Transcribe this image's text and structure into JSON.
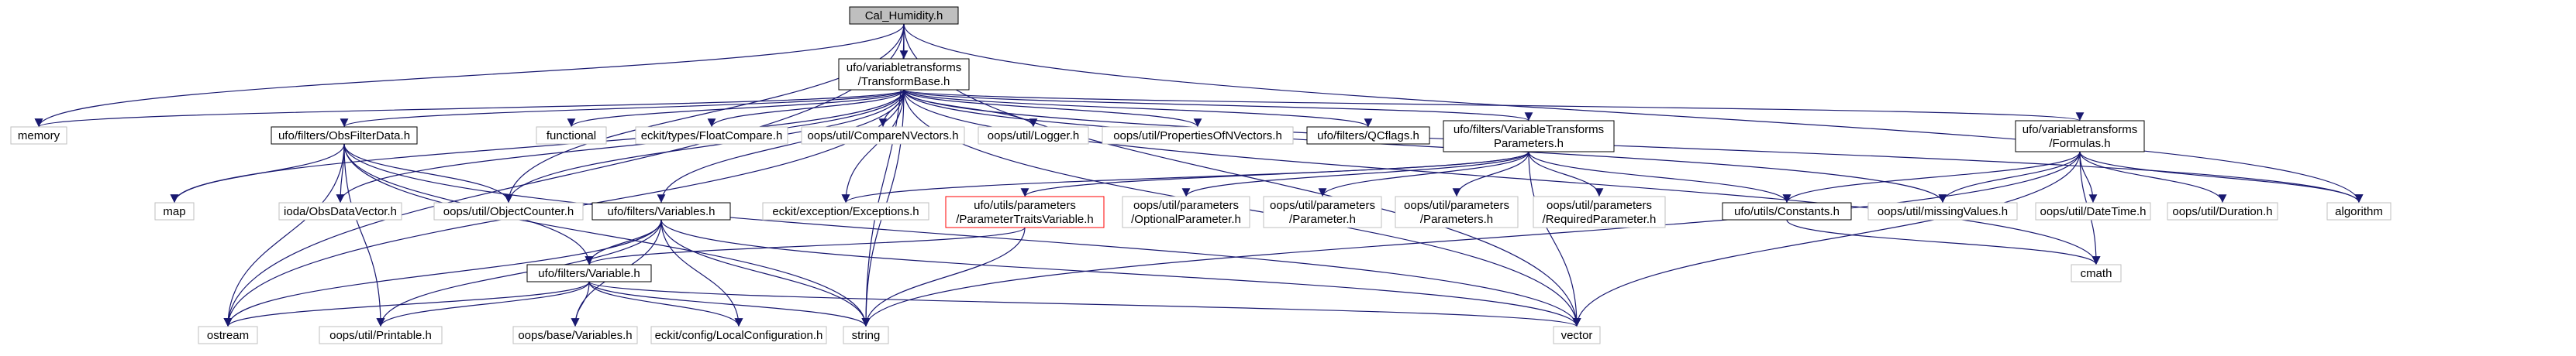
{
  "graph": {
    "title": "Cal_Humidity.h",
    "colors": {
      "edge": "#191970",
      "focus_fill": "#bfbfbf",
      "box_fill": "#ffffff",
      "black": "#000000",
      "grey": "#bfbfbf",
      "red": "#ff0000",
      "text": "#000000"
    },
    "nodes": [
      {
        "id": "cal_humidity",
        "lines": [
          "Cal_Humidity.h"
        ],
        "style": "focus"
      },
      {
        "id": "transform_base",
        "lines": [
          "ufo/variabletransforms",
          "/TransformBase.h"
        ],
        "style": "black"
      },
      {
        "id": "memory",
        "lines": [
          "memory"
        ],
        "style": "grey"
      },
      {
        "id": "obs_filter_data",
        "lines": [
          "ufo/filters/ObsFilterData.h"
        ],
        "style": "black"
      },
      {
        "id": "functional",
        "lines": [
          "functional"
        ],
        "style": "grey"
      },
      {
        "id": "float_compare",
        "lines": [
          "eckit/types/FloatCompare.h"
        ],
        "style": "grey"
      },
      {
        "id": "compare_nvectors",
        "lines": [
          "oops/util/CompareNVectors.h"
        ],
        "style": "grey"
      },
      {
        "id": "logger",
        "lines": [
          "oops/util/Logger.h"
        ],
        "style": "grey"
      },
      {
        "id": "properties_of_nvectors",
        "lines": [
          "oops/util/PropertiesOfNVectors.h"
        ],
        "style": "grey"
      },
      {
        "id": "qcflags",
        "lines": [
          "ufo/filters/QCflags.h"
        ],
        "style": "black"
      },
      {
        "id": "vt_parameters",
        "lines": [
          "ufo/filters/VariableTransforms",
          "Parameters.h"
        ],
        "style": "black"
      },
      {
        "id": "formulas",
        "lines": [
          "ufo/variabletransforms",
          "/Formulas.h"
        ],
        "style": "black"
      },
      {
        "id": "map",
        "lines": [
          "map"
        ],
        "style": "grey"
      },
      {
        "id": "obs_data_vector",
        "lines": [
          "ioda/ObsDataVector.h"
        ],
        "style": "grey"
      },
      {
        "id": "object_counter",
        "lines": [
          "oops/util/ObjectCounter.h"
        ],
        "style": "grey"
      },
      {
        "id": "variables",
        "lines": [
          "ufo/filters/Variables.h"
        ],
        "style": "black"
      },
      {
        "id": "exceptions",
        "lines": [
          "eckit/exception/Exceptions.h"
        ],
        "style": "grey"
      },
      {
        "id": "param_traits_variable",
        "lines": [
          "ufo/utils/parameters",
          "/ParameterTraitsVariable.h"
        ],
        "style": "red"
      },
      {
        "id": "optional_parameter",
        "lines": [
          "oops/util/parameters",
          "/OptionalParameter.h"
        ],
        "style": "grey"
      },
      {
        "id": "parameter",
        "lines": [
          "oops/util/parameters",
          "/Parameter.h"
        ],
        "style": "grey"
      },
      {
        "id": "parameters",
        "lines": [
          "oops/util/parameters",
          "/Parameters.h"
        ],
        "style": "grey"
      },
      {
        "id": "required_parameter",
        "lines": [
          "oops/util/parameters",
          "/RequiredParameter.h"
        ],
        "style": "grey"
      },
      {
        "id": "constants",
        "lines": [
          "ufo/utils/Constants.h"
        ],
        "style": "black"
      },
      {
        "id": "missing_values",
        "lines": [
          "oops/util/missingValues.h"
        ],
        "style": "grey"
      },
      {
        "id": "date_time",
        "lines": [
          "oops/util/DateTime.h"
        ],
        "style": "grey"
      },
      {
        "id": "duration",
        "lines": [
          "oops/util/Duration.h"
        ],
        "style": "grey"
      },
      {
        "id": "algorithm",
        "lines": [
          "algorithm"
        ],
        "style": "grey"
      },
      {
        "id": "cmath",
        "lines": [
          "cmath"
        ],
        "style": "grey"
      },
      {
        "id": "variable",
        "lines": [
          "ufo/filters/Variable.h"
        ],
        "style": "black"
      },
      {
        "id": "ostream",
        "lines": [
          "ostream"
        ],
        "style": "grey"
      },
      {
        "id": "printable",
        "lines": [
          "oops/util/Printable.h"
        ],
        "style": "grey"
      },
      {
        "id": "base_variables",
        "lines": [
          "oops/base/Variables.h"
        ],
        "style": "grey"
      },
      {
        "id": "local_configuration",
        "lines": [
          "eckit/config/LocalConfiguration.h"
        ],
        "style": "grey"
      },
      {
        "id": "string",
        "lines": [
          "string"
        ],
        "style": "grey"
      },
      {
        "id": "vector",
        "lines": [
          "vector"
        ],
        "style": "grey"
      }
    ],
    "edges": [
      [
        "cal_humidity",
        "transform_base"
      ],
      [
        "cal_humidity",
        "memory"
      ],
      [
        "cal_humidity",
        "ostream"
      ],
      [
        "cal_humidity",
        "object_counter"
      ],
      [
        "cal_humidity",
        "string"
      ],
      [
        "cal_humidity",
        "vector"
      ],
      [
        "cal_humidity",
        "algorithm"
      ],
      [
        "transform_base",
        "memory"
      ],
      [
        "transform_base",
        "obs_filter_data"
      ],
      [
        "transform_base",
        "functional"
      ],
      [
        "transform_base",
        "float_compare"
      ],
      [
        "transform_base",
        "compare_nvectors"
      ],
      [
        "transform_base",
        "logger"
      ],
      [
        "transform_base",
        "properties_of_nvectors"
      ],
      [
        "transform_base",
        "qcflags"
      ],
      [
        "transform_base",
        "vt_parameters"
      ],
      [
        "transform_base",
        "formulas"
      ],
      [
        "transform_base",
        "map"
      ],
      [
        "transform_base",
        "obs_data_vector"
      ],
      [
        "transform_base",
        "object_counter"
      ],
      [
        "transform_base",
        "variables"
      ],
      [
        "transform_base",
        "exceptions"
      ],
      [
        "transform_base",
        "ostream"
      ],
      [
        "transform_base",
        "string"
      ],
      [
        "transform_base",
        "vector"
      ],
      [
        "transform_base",
        "algorithm"
      ],
      [
        "transform_base",
        "cmath"
      ],
      [
        "transform_base",
        "missing_values"
      ],
      [
        "obs_filter_data",
        "map"
      ],
      [
        "obs_filter_data",
        "obs_data_vector"
      ],
      [
        "obs_filter_data",
        "object_counter"
      ],
      [
        "obs_filter_data",
        "variable"
      ],
      [
        "obs_filter_data",
        "ostream"
      ],
      [
        "obs_filter_data",
        "printable"
      ],
      [
        "obs_filter_data",
        "string"
      ],
      [
        "obs_filter_data",
        "vector"
      ],
      [
        "vt_parameters",
        "exceptions"
      ],
      [
        "vt_parameters",
        "param_traits_variable"
      ],
      [
        "vt_parameters",
        "optional_parameter"
      ],
      [
        "vt_parameters",
        "parameter"
      ],
      [
        "vt_parameters",
        "parameters"
      ],
      [
        "vt_parameters",
        "required_parameter"
      ],
      [
        "vt_parameters",
        "constants"
      ],
      [
        "vt_parameters",
        "vector"
      ],
      [
        "param_traits_variable",
        "variable"
      ],
      [
        "param_traits_variable",
        "string"
      ],
      [
        "formulas",
        "constants"
      ],
      [
        "formulas",
        "missing_values"
      ],
      [
        "formulas",
        "date_time"
      ],
      [
        "formulas",
        "duration"
      ],
      [
        "formulas",
        "algorithm"
      ],
      [
        "formulas",
        "cmath"
      ],
      [
        "formulas",
        "string"
      ],
      [
        "formulas",
        "vector"
      ],
      [
        "constants",
        "cmath"
      ],
      [
        "variables",
        "variable"
      ],
      [
        "variables",
        "ostream"
      ],
      [
        "variables",
        "printable"
      ],
      [
        "variables",
        "base_variables"
      ],
      [
        "variables",
        "local_configuration"
      ],
      [
        "variables",
        "string"
      ],
      [
        "variables",
        "vector"
      ],
      [
        "variable",
        "ostream"
      ],
      [
        "variable",
        "printable"
      ],
      [
        "variable",
        "base_variables"
      ],
      [
        "variable",
        "local_configuration"
      ],
      [
        "variable",
        "string"
      ],
      [
        "variable",
        "vector"
      ]
    ]
  }
}
